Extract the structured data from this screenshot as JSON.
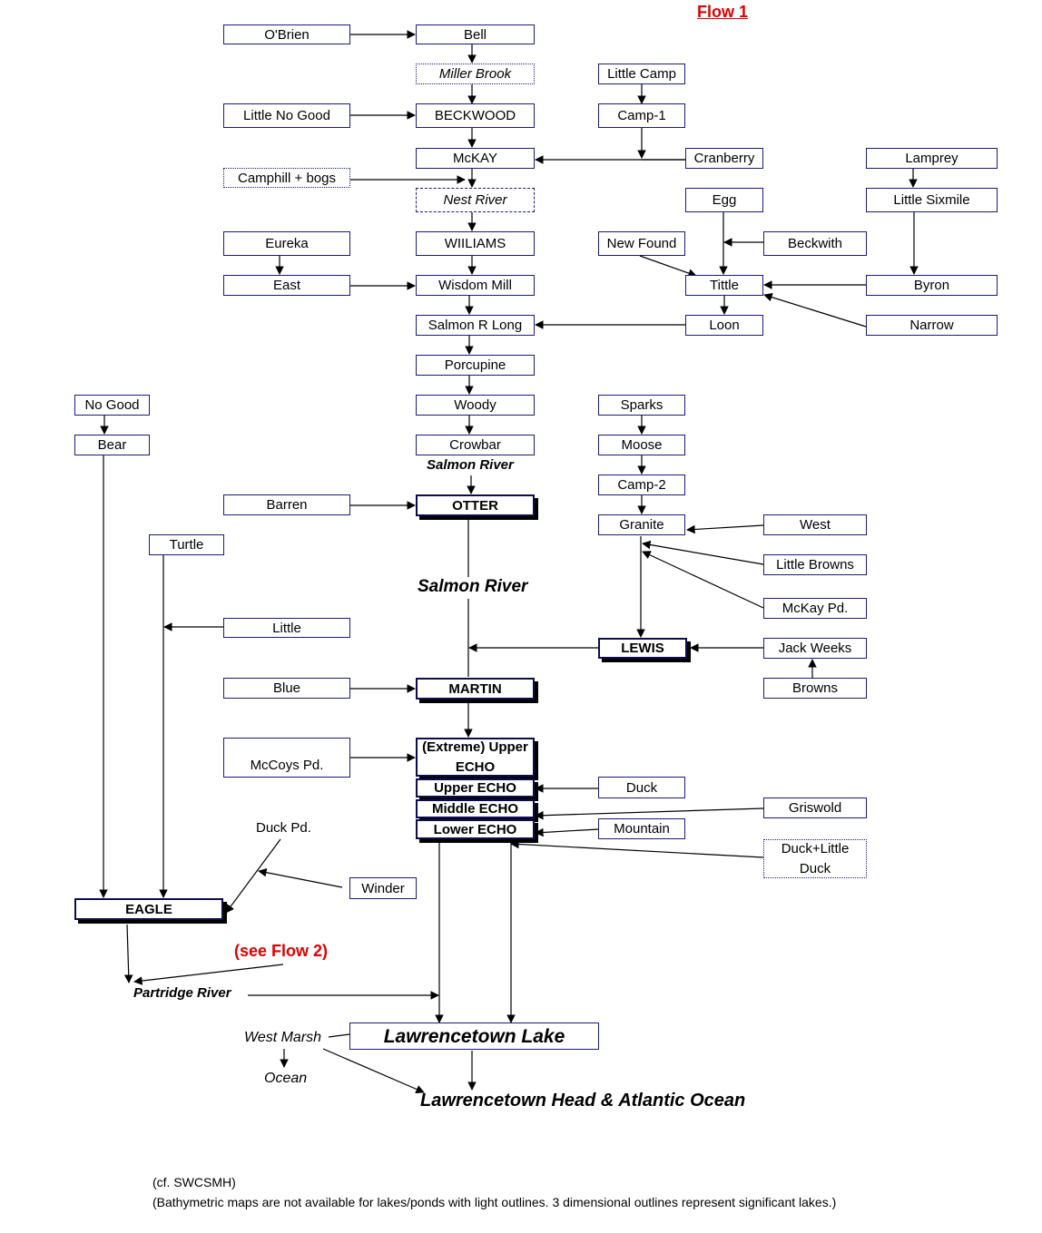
{
  "title": "Flow 1",
  "see_flow": "(see Flow 2)",
  "nodes": {
    "obrien": "O'Brien",
    "bell": "Bell",
    "miller_brook": "Miller Brook",
    "little_camp": "Little Camp",
    "little_no_good": "Little No Good",
    "beckwood": "BECKWOOD",
    "camp1": "Camp-1",
    "mckay": "McKAY",
    "cranberry": "Cranberry",
    "lamprey": "Lamprey",
    "camphill": "Camphill + bogs",
    "nest_river": "Nest River",
    "egg": "Egg",
    "little_sixmile": "Little Sixmile",
    "eureka": "Eureka",
    "williams": "WIILIAMS",
    "new_found": "New Found",
    "beckwith": "Beckwith",
    "east": "East",
    "wisdom_mill": "Wisdom Mill",
    "tittle": "Tittle",
    "byron": "Byron",
    "salmon_r_long": "Salmon R Long",
    "loon": "Loon",
    "narrow": "Narrow",
    "porcupine": "Porcupine",
    "no_good": "No Good",
    "woody": "Woody",
    "sparks": "Sparks",
    "bear": "Bear",
    "crowbar": "Crowbar",
    "moose": "Moose",
    "camp2": "Camp-2",
    "barren": "Barren",
    "otter": "OTTER",
    "granite": "Granite",
    "west": "West",
    "turtle": "Turtle",
    "little_browns": "Little Browns",
    "mckay_pd": "McKay Pd.",
    "little": "Little",
    "lewis": "LEWIS",
    "jack_weeks": "Jack Weeks",
    "blue": "Blue",
    "martin": "MARTIN",
    "browns": "Browns",
    "mccoys_pd": "McCoys Pd.",
    "extreme_upper_echo": "(Extreme) Upper ECHO",
    "upper_echo": "Upper ECHO",
    "middle_echo": "Middle ECHO",
    "lower_echo": "Lower ECHO",
    "duck": "Duck",
    "griswold": "Griswold",
    "mountain": "Mountain",
    "duck_little_duck": "Duck+Little Duck",
    "winder": "Winder",
    "eagle": "EAGLE",
    "lawrencetown_lake": "Lawrencetown Lake"
  },
  "labels": {
    "salmon_river_small": "Salmon River",
    "salmon_river_large": "Salmon River",
    "duck_pd": "Duck Pd.",
    "partridge_river": "Partridge River",
    "west_marsh": "West Marsh",
    "ocean": "Ocean",
    "lawrencetown_head": "Lawrencetown Head & Atlantic Ocean"
  },
  "footnotes": {
    "source": "(cf. SWCSMH)",
    "legend": "(Bathymetric maps are not available for lakes/ponds with light outlines. 3 dimensional outlines represent significant lakes.)"
  },
  "colors": {
    "box_border": "#1a1a80",
    "accent_red": "#e00000",
    "shadow": "#000000"
  }
}
